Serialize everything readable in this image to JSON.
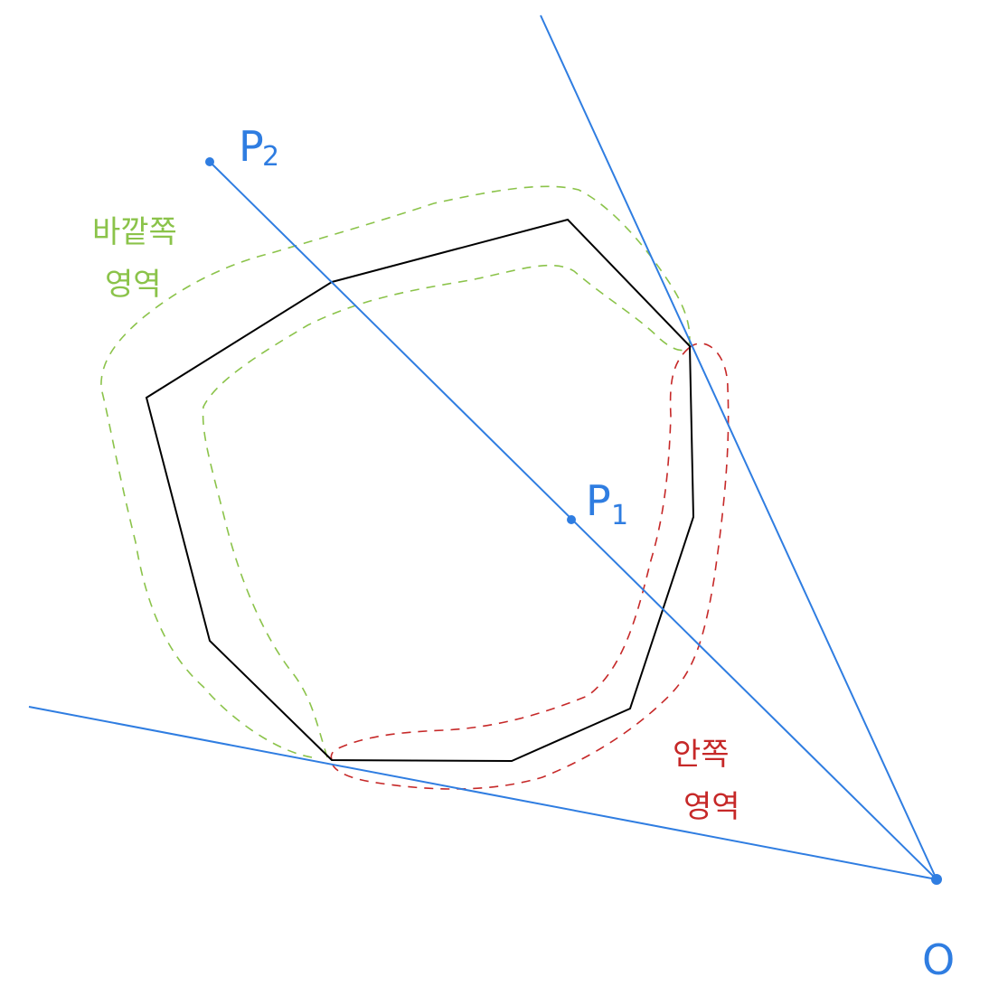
{
  "labels": {
    "p2": "P",
    "p2_sub": "2",
    "p1": "P",
    "p1_sub": "1",
    "origin": "O",
    "outer_region_line1": "바깥쪽",
    "outer_region_line2": "영역",
    "inner_region_line1": "안쪽",
    "inner_region_line2": "영역"
  },
  "colors": {
    "polygon": "#000000",
    "rays": "#2f7de1",
    "outer_region": "#8bc34a",
    "inner_region": "#c62828",
    "background": "#ffffff"
  }
}
